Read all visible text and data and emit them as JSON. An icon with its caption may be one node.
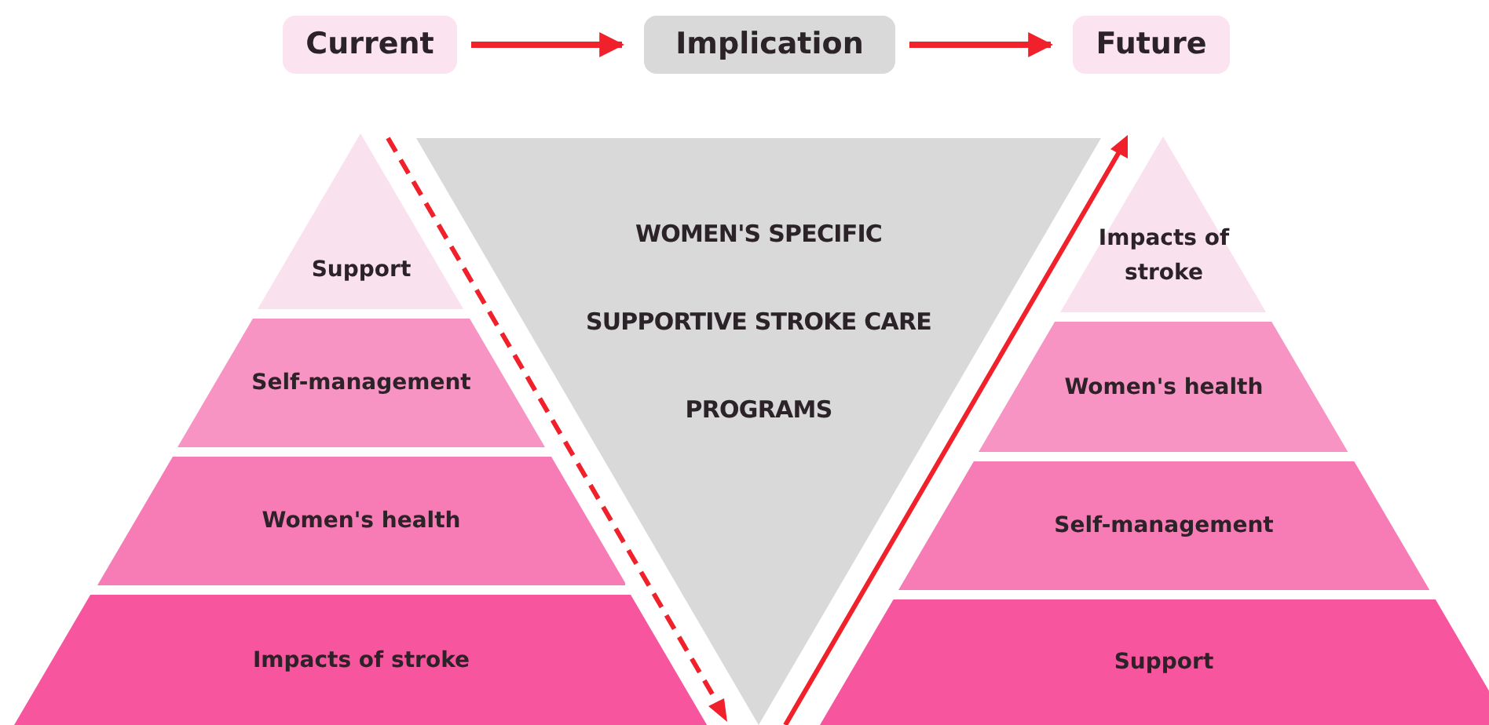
{
  "diagram": {
    "nodes": [
      {
        "text": [
          "Current"
        ]
      },
      {
        "text": [
          "Implication"
        ]
      },
      {
        "text": [
          "Future"
        ]
      },
      {
        "text": [
          "Support"
        ]
      },
      {
        "text": [
          "Self-management"
        ]
      },
      {
        "text": [
          "Women's health"
        ]
      },
      {
        "text": [
          "Impacts of stroke"
        ]
      },
      {
        "text": [
          "WOMEN'S SPECIFIC",
          "SUPPORTIVE STROKE CARE",
          "PROGRAMS"
        ]
      },
      {
        "text": [
          "Impacts of stroke"
        ]
      },
      {
        "text": [
          "Women's health"
        ]
      },
      {
        "text": [
          "Self-management"
        ]
      },
      {
        "text": [
          "Support"
        ]
      }
    ],
    "edges": [
      {
        "from": 0,
        "to": 1,
        "arrow": "to"
      },
      {
        "from": 1,
        "to": 2,
        "arrow": "to"
      }
    ]
  }
}
